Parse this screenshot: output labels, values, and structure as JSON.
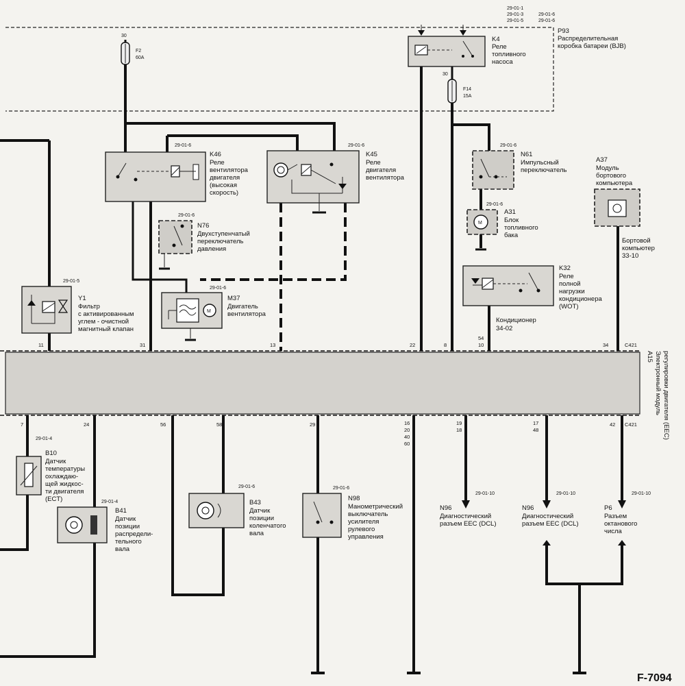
{
  "figure_id": "F-7094",
  "bjb": {
    "code": "P93",
    "title": "Распределительная коробка батареи (BJB)",
    "refs": [
      "29-01-1",
      "29-01-3",
      "29-01-5",
      "29-01-6",
      "29-01-6"
    ],
    "fuse_f2": {
      "terminal": "30",
      "code": "F2",
      "rating": "60A"
    },
    "fuse_f14": {
      "terminal": "30",
      "code": "F14",
      "rating": "15A"
    },
    "relay_k4": {
      "code": "K4",
      "name": "Реле топливного насоса"
    }
  },
  "components": {
    "k46": {
      "code": "K46",
      "name": "Реле вентилятора двигателя (высокая скорость)",
      "ref": "29-01-6"
    },
    "k45": {
      "code": "K45",
      "name": "Реле двигателя вентилятора",
      "ref": "29-01-6"
    },
    "n76": {
      "code": "N76",
      "name": "Двухступенчатый переключатель давления",
      "ref": "29-01-6"
    },
    "y1": {
      "code": "Y1",
      "name": "Фильтр с активированным углем - очистной магнитный клапан",
      "ref": "29-01-5"
    },
    "m37": {
      "code": "M37",
      "name": "Двигатель вентилятора",
      "ref": "29-01-6"
    },
    "n61": {
      "code": "N61",
      "name": "Импульсный переключатель",
      "ref": "29-01-6"
    },
    "a31": {
      "code": "A31",
      "name": "Блок топливного бака",
      "ref": "29-01-6"
    },
    "a37": {
      "code": "A37",
      "name": "Модуль бортового компьютера"
    },
    "onboard_ref": {
      "name": "Бортовой компьютер",
      "ref": "33-10"
    },
    "k32": {
      "code": "K32",
      "name": "Реле полной нагрузки кондиционера (WOT)"
    },
    "ac_ref": {
      "name": "Кондиционер",
      "ref": "34-02"
    },
    "b10": {
      "code": "B10",
      "name": "Датчик температуры охлаждающей жидкости двигателя (ECT)",
      "ref": "29-01-4"
    },
    "b41": {
      "code": "B41",
      "name": "Датчик позиции распределительного вала",
      "ref": "29-01-4"
    },
    "b43": {
      "code": "B43",
      "name": "Датчик позиции коленчатого вала",
      "ref": "29-01-6"
    },
    "n98": {
      "code": "N98",
      "name": "Манометрический выключатель усилителя рулевого управления",
      "ref": "29-01-6"
    },
    "n96a": {
      "code": "N96",
      "name": "Диагностический разъем EEC (DCL)",
      "ref": "29-01-10"
    },
    "n96b": {
      "code": "N96",
      "name": "Диагностический разъем EEC (DCL)",
      "ref": "29-01-10"
    },
    "p6": {
      "code": "P6",
      "name": "Разъем октанового числа",
      "ref": "29-01-10"
    }
  },
  "module": {
    "code": "A15",
    "name": "Электронный модуль регулировки двигателя (EEC)",
    "connector_top": "C421",
    "connector_bottom": "C421"
  },
  "pins_top": [
    "11",
    "31",
    "13",
    "22",
    "8",
    "54",
    "10",
    "34"
  ],
  "pins_bottom": [
    "7",
    "24",
    "56",
    "58",
    "29",
    "16",
    "20",
    "40",
    "60",
    "19",
    "18",
    "17",
    "48",
    "42"
  ]
}
